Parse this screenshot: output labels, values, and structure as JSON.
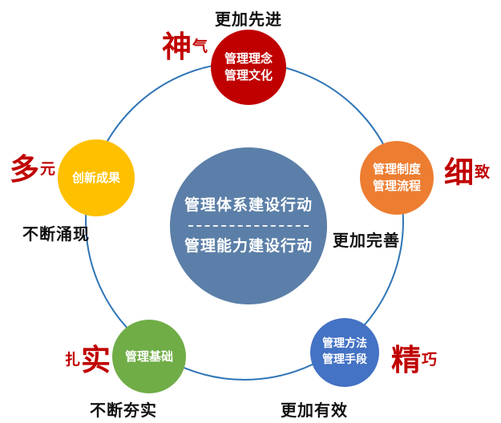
{
  "center": {
    "line1": "管理体系建设行动",
    "line2": "管理能力建设行动",
    "color": "#5b7fa8"
  },
  "ring_color": "#2e75b6",
  "accent_red": "#c00000",
  "nodes": {
    "top": {
      "line1": "管理理念",
      "line2": "管理文化",
      "color": "#c00000",
      "keyword_big": "神",
      "keyword_small": "气",
      "tagline": "更加先进"
    },
    "right": {
      "line1": "管理制度",
      "line2": "管理流程",
      "color": "#ed7d31",
      "keyword_big": "细",
      "keyword_small": "致",
      "tagline": "更加完善"
    },
    "left": {
      "line1": "创新成果",
      "color": "#ffc000",
      "keyword_big": "多",
      "keyword_small": "元",
      "tagline": "不断涌现"
    },
    "bottom_left": {
      "line1": "管理基础",
      "color": "#70ad47",
      "keyword_small": "扎",
      "keyword_big": "实",
      "keyword_order": "small-first",
      "tagline": "不断夯实"
    },
    "bottom_right": {
      "line1": "管理方法",
      "line2": "管理手段",
      "color": "#4472c4",
      "keyword_big": "精",
      "keyword_small": "巧",
      "tagline": "更加有效"
    }
  }
}
